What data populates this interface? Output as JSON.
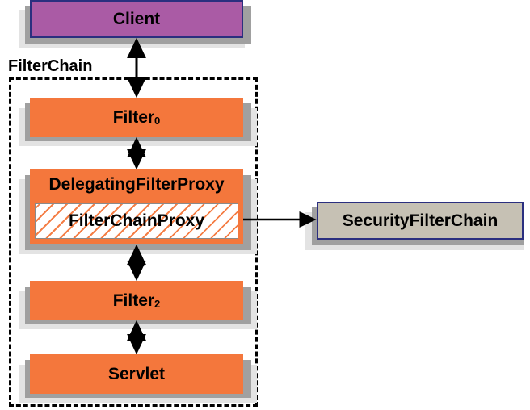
{
  "diagram": {
    "title_label": "FilterChain",
    "type": "architecture-flow",
    "colors": {
      "client_fill": "#aa5ba5",
      "filter_fill": "#f4773c",
      "security_fill": "#c6c1b4",
      "node_border_blue": "#2b2f7f",
      "shadow_near": "#a0a0a0",
      "shadow_far": "#e3e3e3",
      "dashed_border": "#000000",
      "text": "#000000"
    },
    "nodes": {
      "client": {
        "label": "Client",
        "style": "purple"
      },
      "filter0": {
        "label": "Filter",
        "subscript": "0",
        "style": "orange"
      },
      "delegating_filter_proxy": {
        "label": "DelegatingFilterProxy",
        "style": "orange"
      },
      "filter_chain_proxy": {
        "label": "FilterChainProxy",
        "style": "hatched"
      },
      "filter2": {
        "label": "Filter",
        "subscript": "2",
        "style": "orange"
      },
      "servlet": {
        "label": "Servlet",
        "style": "orange"
      },
      "security_filter_chain": {
        "label": "SecurityFilterChain",
        "style": "gray"
      }
    },
    "edges": [
      {
        "from": "client",
        "to": "filter0",
        "kind": "bidirectional"
      },
      {
        "from": "filter0",
        "to": "delegating_filter_proxy",
        "kind": "bidirectional"
      },
      {
        "from": "delegating_filter_proxy",
        "to": "filter2",
        "kind": "bidirectional"
      },
      {
        "from": "filter2",
        "to": "servlet",
        "kind": "bidirectional"
      },
      {
        "from": "filter_chain_proxy",
        "to": "security_filter_chain",
        "kind": "directional"
      }
    ]
  }
}
